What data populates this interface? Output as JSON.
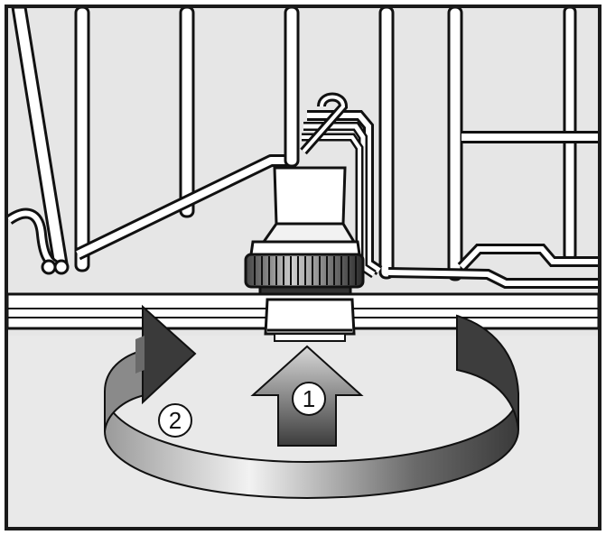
{
  "steps": [
    {
      "number": "1",
      "action": "push-up"
    },
    {
      "number": "2",
      "action": "rotate"
    }
  ],
  "colors": {
    "background": "#e6e6e6",
    "frame": "#1a1a1a",
    "rack_wire": "#ffffff",
    "outline": "#111111",
    "arrow_dark": "#555555",
    "arrow_light": "#e8e8e8"
  },
  "icons": {
    "push_arrow": "up-arrow-icon",
    "rotate_arrow": "circular-arrow-icon"
  }
}
